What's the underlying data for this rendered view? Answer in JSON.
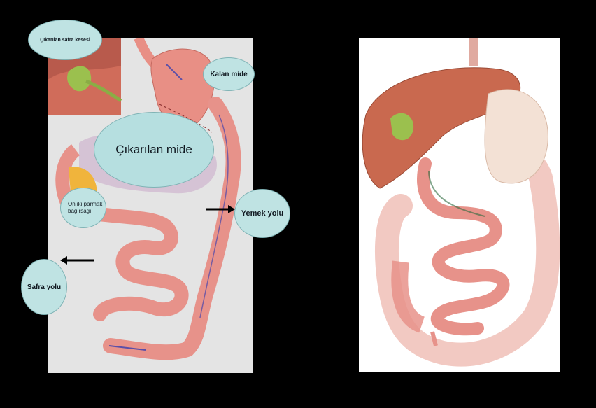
{
  "labels": {
    "removed_gallbladder": "Çıkarılan safra kesesi",
    "remaining_stomach": "Kalan mide",
    "removed_stomach": "Çıkarılan mide",
    "duodenum": "On iki parmak bağırsağı",
    "food_path": "Yemek yolu",
    "bile_path": "Safra yolu"
  },
  "colors": {
    "background": "#000000",
    "label_bubble": "#bfe3e3",
    "intestine": "#e7928a",
    "stomach": "#e88f85",
    "liver": "#c9694f",
    "gallbladder": "#9bc04e",
    "pancreas": "#f0b43c",
    "colon": "#f2c9c2",
    "arrow_path": "#5b4fa8"
  },
  "icons": {
    "arrow_right": "black-arrow-right",
    "arrow_left": "black-arrow-left"
  }
}
